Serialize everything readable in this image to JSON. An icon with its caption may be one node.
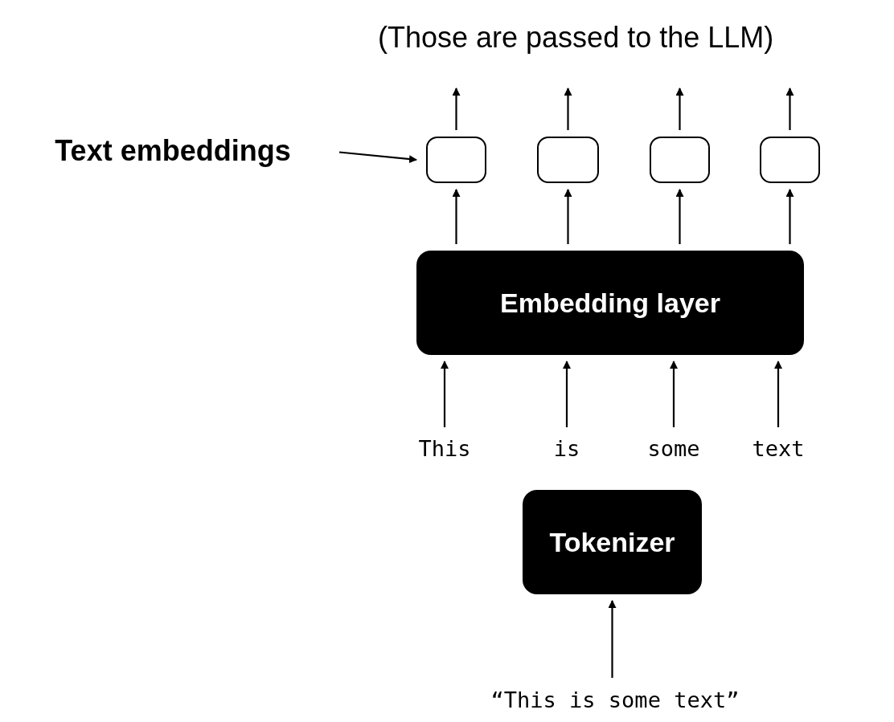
{
  "diagram": {
    "nodes": [
      {
        "text": [
          "Text embeddings"
        ]
      },
      {
        "text": [],
        "shape": "box"
      },
      {
        "text": [],
        "shape": "box"
      },
      {
        "text": [],
        "shape": "box"
      },
      {
        "text": [],
        "shape": "box"
      },
      {
        "text": [
          "Embedding layer"
        ]
      },
      {
        "text": [
          "This"
        ]
      },
      {
        "text": [
          "is"
        ]
      },
      {
        "text": [
          "some"
        ]
      },
      {
        "text": [
          "text"
        ]
      },
      {
        "text": [
          "Tokenizer"
        ]
      },
      {
        "text": [
          "“This is some text”"
        ]
      }
    ],
    "edges": [
      {
        "from": 0,
        "to": 1,
        "arrow": "to"
      },
      {
        "from": 1,
        "to": null,
        "arrow": "to"
      },
      {
        "from": 2,
        "to": null,
        "arrow": "to"
      },
      {
        "from": 3,
        "to": null,
        "arrow": "to"
      },
      {
        "from": 4,
        "to": null,
        "arrow": "to"
      },
      {
        "from": 5,
        "to": 1,
        "arrow": "to"
      },
      {
        "from": 5,
        "to": 2,
        "arrow": "to"
      },
      {
        "from": 5,
        "to": 3,
        "arrow": "to"
      },
      {
        "from": 5,
        "to": 4,
        "arrow": "to"
      },
      {
        "from": 6,
        "to": 5,
        "arrow": "to"
      },
      {
        "from": 7,
        "to": 5,
        "arrow": "to"
      },
      {
        "from": 8,
        "to": 5,
        "arrow": "to"
      },
      {
        "from": 9,
        "to": 5,
        "arrow": "to"
      },
      {
        "from": 11,
        "to": 10,
        "arrow": "to"
      }
    ],
    "labels": [
      "(Those are passed to the LLM)"
    ]
  }
}
